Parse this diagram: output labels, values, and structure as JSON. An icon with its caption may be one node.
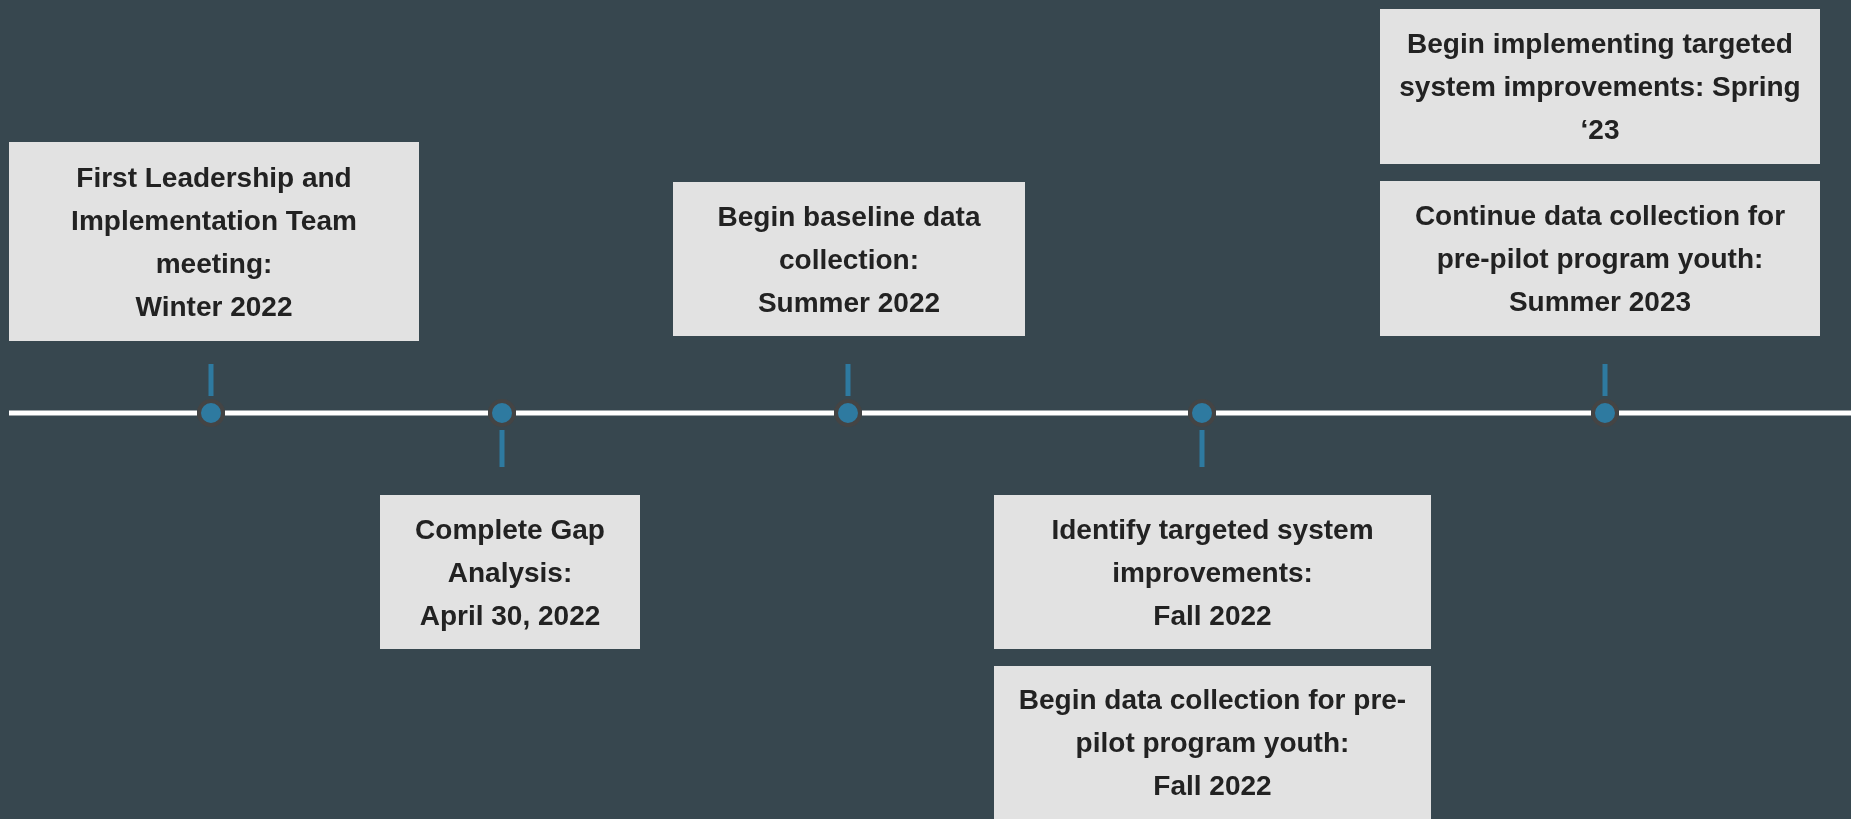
{
  "diagram": {
    "nodes": [
      {
        "text": [
          "First Leadership and Implementation Team meeting:",
          "Winter 2022"
        ]
      },
      {
        "text": [
          "Complete Gap Analysis:",
          "April 30, 2022"
        ]
      },
      {
        "text": [
          "Begin baseline data collection:",
          "Summer 2022"
        ]
      },
      {
        "text": [
          "Identify targeted system improvements:",
          "Fall 2022"
        ]
      },
      {
        "text": [
          "Begin data collection for pre-pilot program youth:",
          "Fall 2022"
        ]
      },
      {
        "text": [
          "Begin implementing targeted system improvements: Spring ‘23"
        ]
      },
      {
        "text": [
          "Continue data collection for pre-pilot program youth: Summer 2023"
        ]
      },
      {
        "text": [],
        "shape": "circle"
      },
      {
        "text": [],
        "shape": "circle"
      },
      {
        "text": [],
        "shape": "circle"
      },
      {
        "text": [],
        "shape": "circle"
      },
      {
        "text": [],
        "shape": "circle"
      }
    ],
    "edges": [
      {
        "from": null,
        "to": 7,
        "arrow": "none"
      },
      {
        "from": 7,
        "to": 8,
        "arrow": "none"
      },
      {
        "from": 8,
        "to": 9,
        "arrow": "none"
      },
      {
        "from": 9,
        "to": 10,
        "arrow": "none"
      },
      {
        "from": 10,
        "to": 11,
        "arrow": "none"
      },
      {
        "from": 11,
        "to": null,
        "arrow": "none"
      }
    ]
  }
}
